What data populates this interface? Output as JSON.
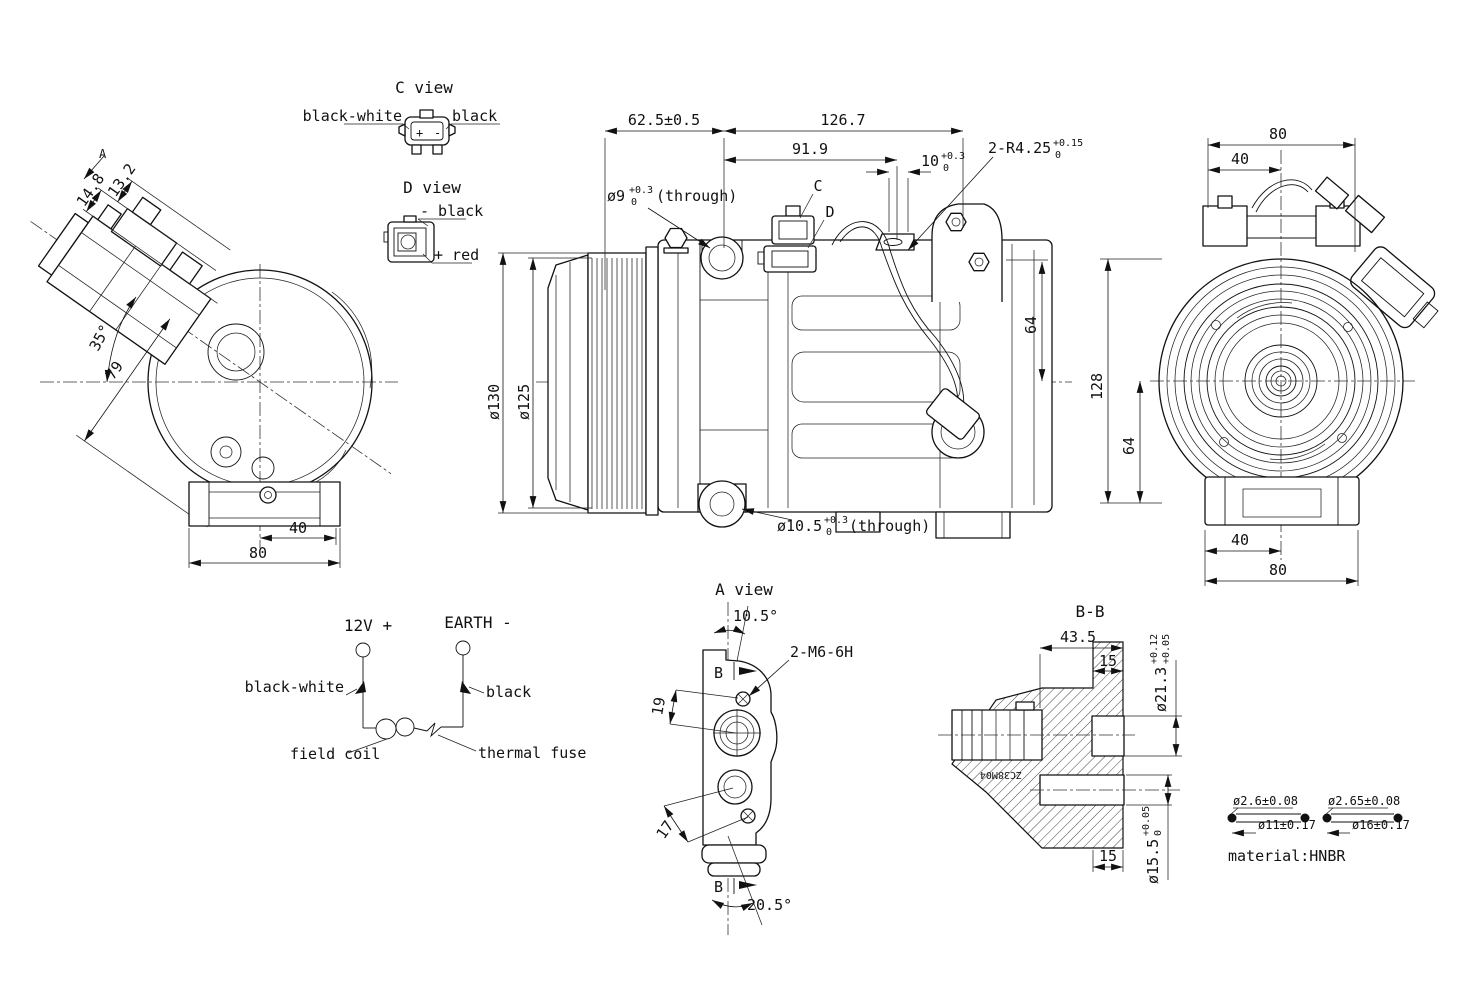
{
  "meta": {
    "background": "#ffffff",
    "ink": "#111111"
  },
  "c_view": {
    "title": "C view",
    "pin_left_label": "black-white",
    "pin_right_label": "black",
    "plus": "+",
    "minus": "-"
  },
  "d_view": {
    "title": "D view",
    "top_label": "- black",
    "bottom_label": "+ red"
  },
  "front_view": {
    "view_marker": "A",
    "dim_13_2": "13.2",
    "dim_14_8": "14.8",
    "angle_35": "35°",
    "dim_79": "79",
    "dim_40": "40",
    "dim_80": "80"
  },
  "side_view": {
    "dim_62_5": "62.5±0.5",
    "dim_126_7": "126.7",
    "dim_91_9": "91.9",
    "dim_10": {
      "base": "10",
      "tol_up": "+0.3",
      "tol_dn": "0"
    },
    "radius_note": {
      "base": "2-R4.25",
      "tol_up": "+0.15",
      "tol_dn": "0"
    },
    "hole_9": {
      "base": "ø9",
      "tol_up": "+0.3",
      "tol_dn": "0",
      "suffix": "(through)"
    },
    "hole_10_5": {
      "base": "ø10.5",
      "tol_up": "+0.3",
      "tol_dn": "0",
      "suffix": "(through)"
    },
    "dia_130": "ø130",
    "dia_125": "ø125",
    "dim_64": "64",
    "marker_c": "C",
    "marker_d": "D"
  },
  "rear_view": {
    "dim_top_80": "80",
    "dim_top_40": "40",
    "dim_128": "128",
    "dim_64": "64",
    "dim_bot_40": "40",
    "dim_bot_80": "80"
  },
  "a_view": {
    "title": "A view",
    "angle_10_5": "10.5°",
    "thread_note": "2-M6-6H",
    "dim_19": "19",
    "dim_17": "17",
    "angle_20_5": "20.5°",
    "section_marker_top": "B",
    "section_marker_bottom": "B"
  },
  "bb_section": {
    "title": "B-B",
    "dim_43_5": "43.5",
    "dim_15_top": "15",
    "dim_15_bottom": "15",
    "bore_21_3": {
      "base": "ø21.3",
      "tol_up": "+0.12",
      "tol_dn": "+0.05"
    },
    "bore_15_5": {
      "base": "ø15.5",
      "tol_up": "+0.05",
      "tol_dn": "0"
    },
    "casting_mark": "ZC38M04"
  },
  "schematic": {
    "terminal_pos": "12V +",
    "terminal_neg": "EARTH -",
    "wire_pos": "black-white",
    "wire_neg": "black",
    "coil_label": "field coil",
    "fuse_label": "thermal fuse"
  },
  "seals": {
    "o_ring_small": {
      "cross_section": "ø2.6±0.08",
      "inner_dia": "ø11±0.17"
    },
    "o_ring_large": {
      "cross_section": "ø2.65±0.08",
      "inner_dia": "ø16±0.17"
    },
    "material": "material:HNBR"
  }
}
